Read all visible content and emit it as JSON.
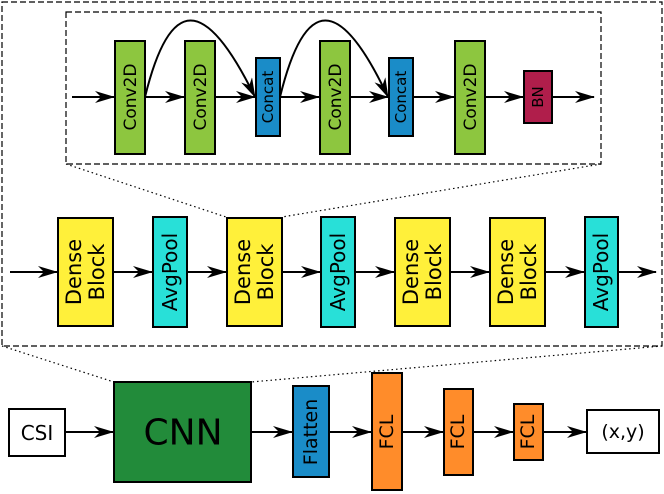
{
  "inner": {
    "blocks": [
      {
        "label": "Conv2D",
        "color": "#8dc63f"
      },
      {
        "label": "Conv2D",
        "color": "#8dc63f"
      },
      {
        "label": "Concat",
        "color": "#1a8cc8"
      },
      {
        "label": "Conv2D",
        "color": "#8dc63f"
      },
      {
        "label": "Concat",
        "color": "#1a8cc8"
      },
      {
        "label": "Conv2D",
        "color": "#8dc63f"
      },
      {
        "label": "BN",
        "color": "#b01e4b"
      }
    ]
  },
  "middle": {
    "blocks": [
      {
        "line1": "Dense",
        "line2": "Block",
        "color": "#fff03a"
      },
      {
        "line1": "AvgPool",
        "color": "#28e0d8"
      },
      {
        "line1": "Dense",
        "line2": "Block",
        "color": "#fff03a"
      },
      {
        "line1": "AvgPool",
        "color": "#28e0d8"
      },
      {
        "line1": "Dense",
        "line2": "Block",
        "color": "#fff03a"
      },
      {
        "line1": "Dense",
        "line2": "Block",
        "color": "#fff03a"
      },
      {
        "line1": "AvgPool",
        "color": "#28e0d8"
      }
    ]
  },
  "bottom": {
    "input": "CSI",
    "cnn": {
      "label": "CNN",
      "color": "#228b3a"
    },
    "flatten": {
      "label": "Flatten",
      "color": "#1a8cc8"
    },
    "fcl": [
      {
        "label": "FCL",
        "color": "#ff8c2a"
      },
      {
        "label": "FCL",
        "color": "#ff8c2a"
      },
      {
        "label": "FCL",
        "color": "#ff8c2a"
      }
    ],
    "output": "(x,y)"
  }
}
